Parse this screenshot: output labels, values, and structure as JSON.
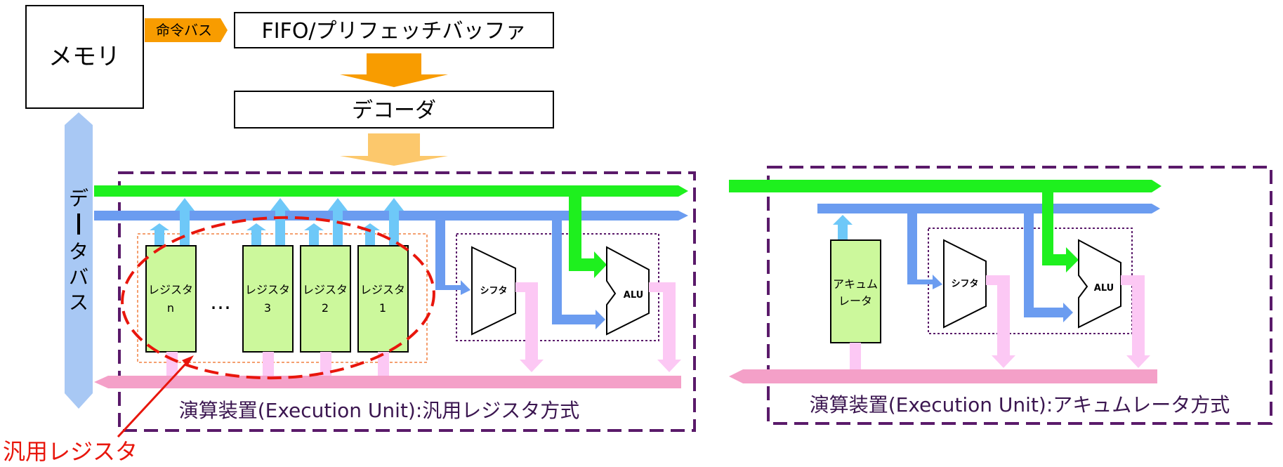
{
  "memory": {
    "label": "メモリ"
  },
  "instruction_bus": {
    "label": "命令バス"
  },
  "fifo": {
    "label": "FIFO/プリフェッチバッファ"
  },
  "decoder": {
    "label": "デコーダ"
  },
  "data_bus": {
    "chars": [
      "デ",
      "|",
      "タ",
      "バ",
      "ス"
    ]
  },
  "left_unit": {
    "registers": [
      {
        "line1": "レジスタ",
        "line2": "n"
      },
      {
        "line1": "レジスタ",
        "line2": "3"
      },
      {
        "line1": "レジスタ",
        "line2": "2"
      },
      {
        "line1": "レジスタ",
        "line2": "1"
      }
    ],
    "ellipsis": "…",
    "shifter": "シフタ",
    "alu": "ALU",
    "caption": "演算装置(Execution Unit):汎用レジスタ方式"
  },
  "right_unit": {
    "accumulator": {
      "line1": "アキュム",
      "line2": "レータ"
    },
    "shifter": "シフタ",
    "alu": "ALU",
    "caption": "演算装置(Execution Unit):アキュムレータ方式"
  },
  "callout": {
    "label": "汎用レジスタ"
  },
  "colors": {
    "green_bus": "#1ef01e",
    "blue_bus": "#6b9cf0",
    "pink_bus": "#f4a0c8",
    "light_pink": "#fcc8f4",
    "sky_arrow": "#6ec8f8",
    "data_bus": "#a8c8f4",
    "orange": "#f89c00",
    "light_orange": "#fcc86c",
    "register_fill": "#ccf89c",
    "unit_border": "#5a1a6a",
    "red": "#e8160c"
  }
}
